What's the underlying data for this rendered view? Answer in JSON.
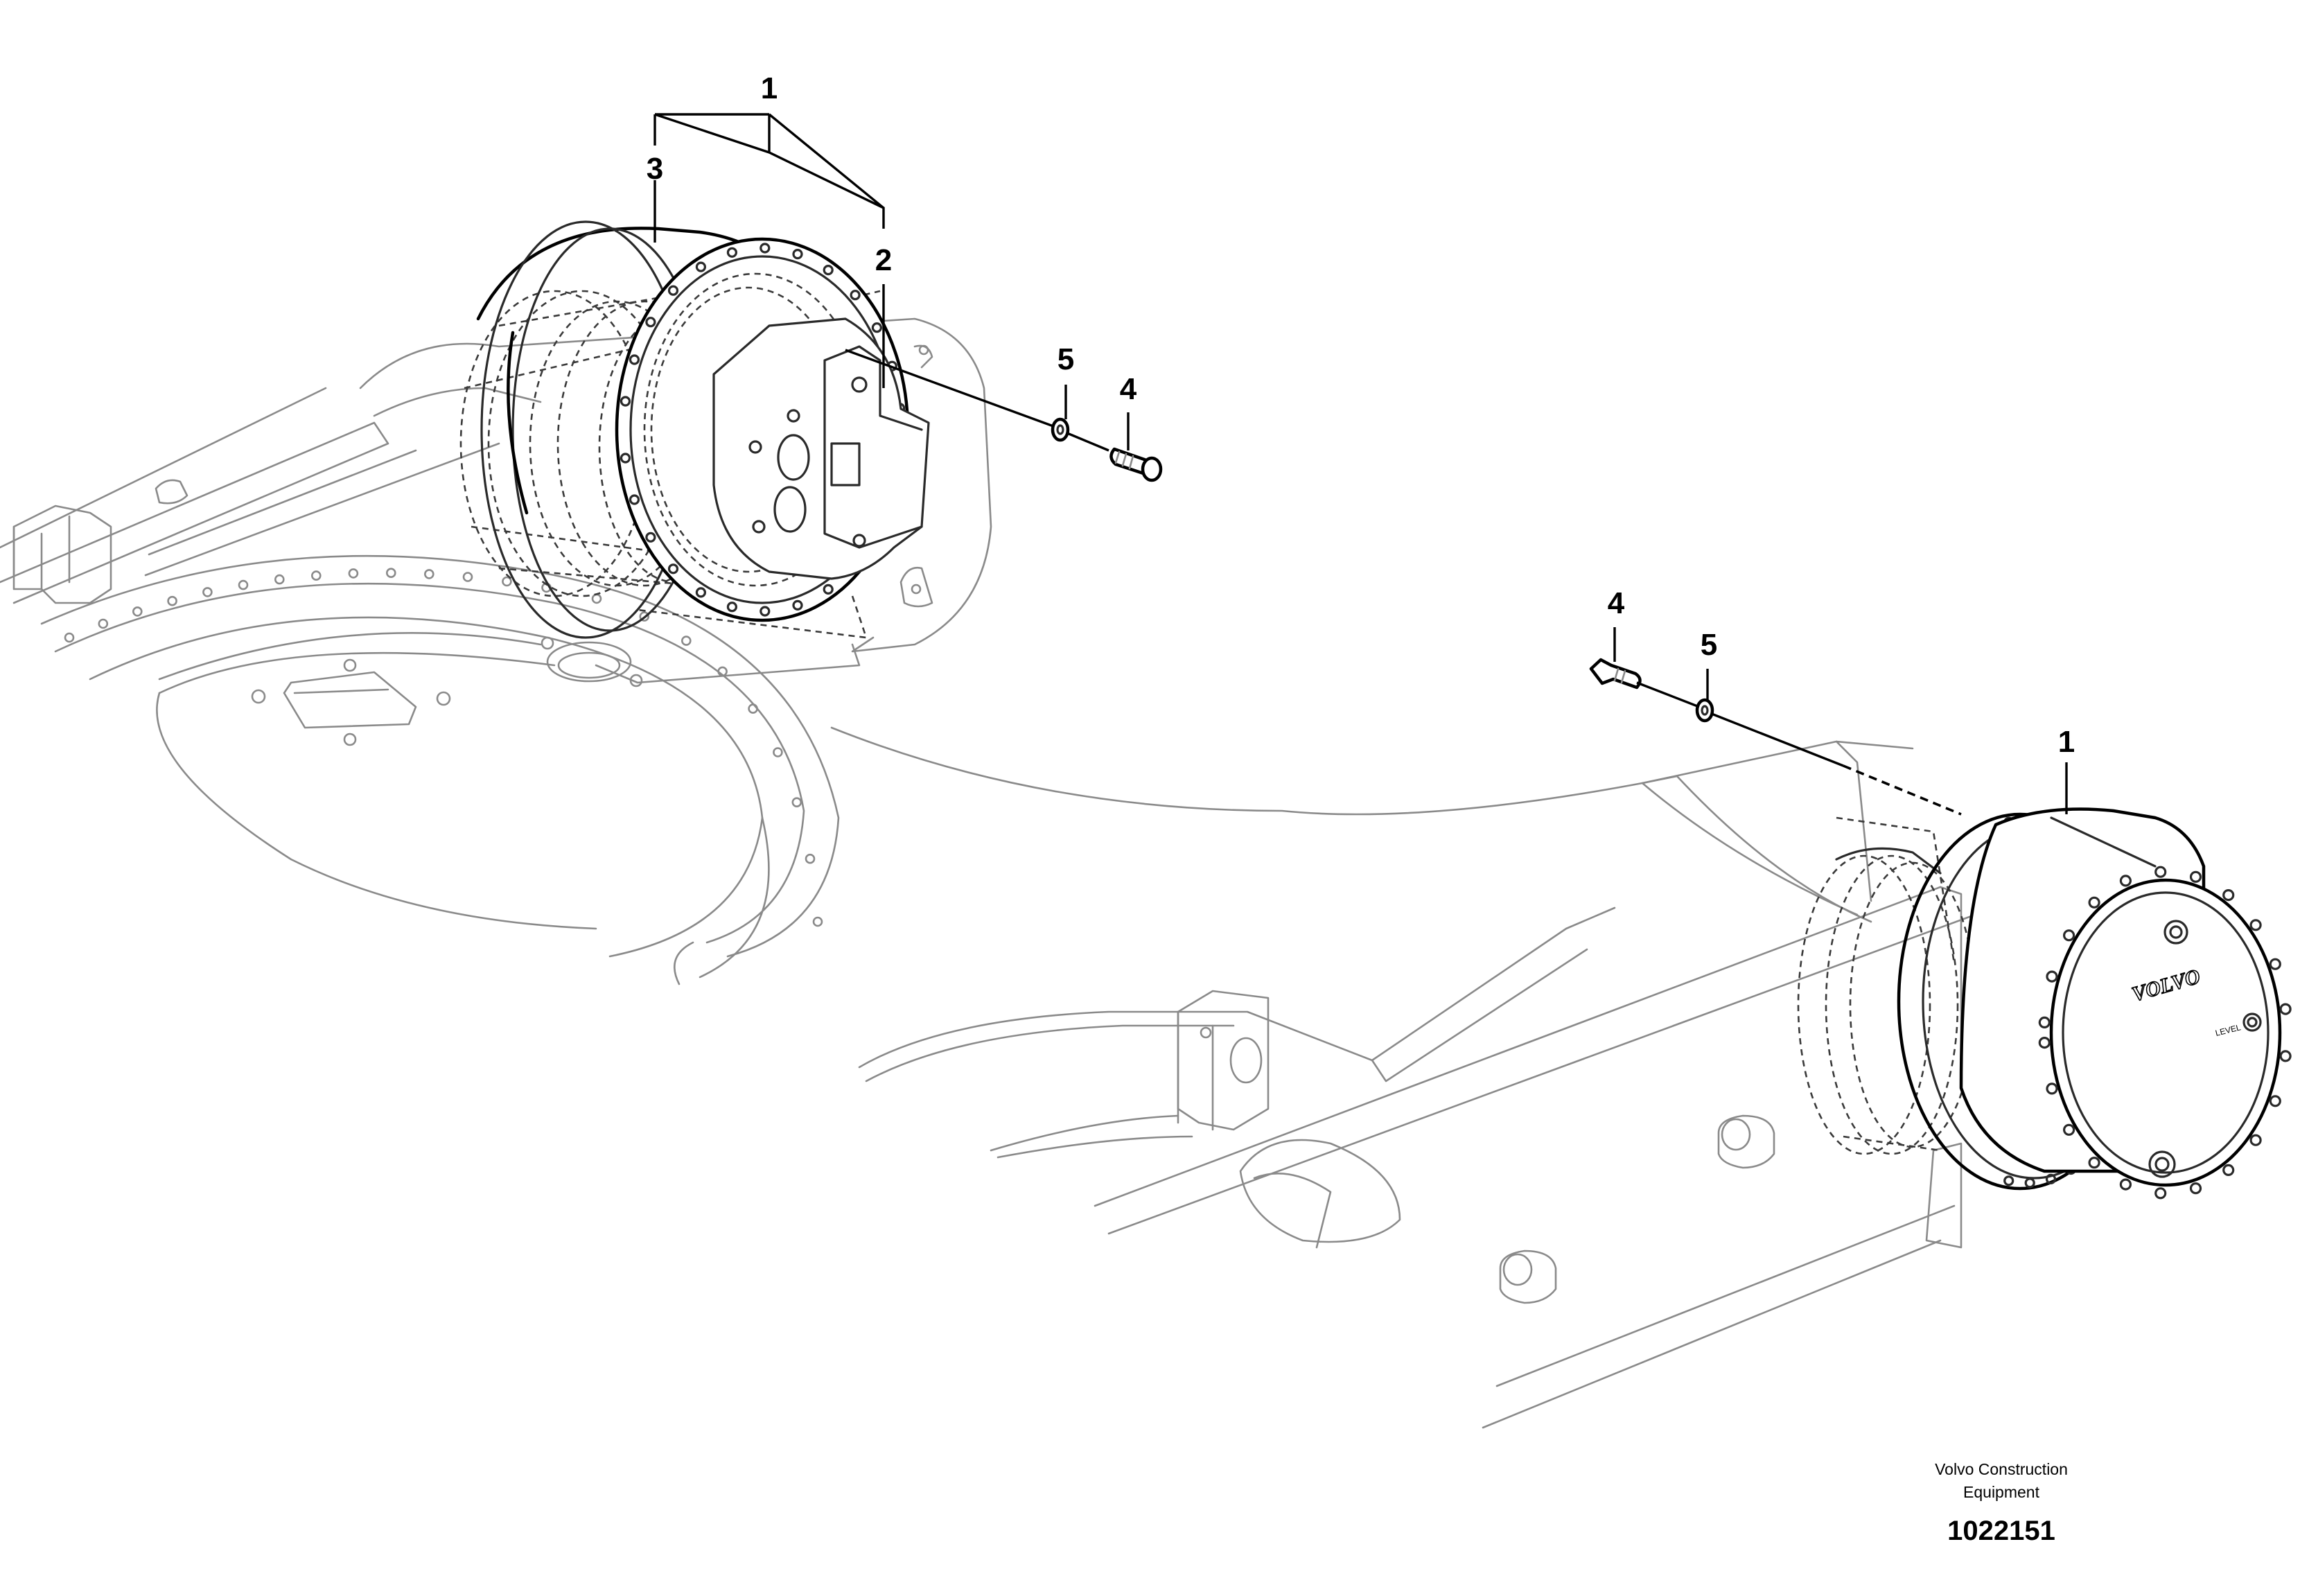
{
  "diagram": {
    "callouts": {
      "c1_top": "1",
      "c3": "3",
      "c2": "2",
      "c5_left": "5",
      "c4_left": "4",
      "c4_right": "4",
      "c5_right": "5",
      "c1_right": "1"
    },
    "motor_brand_text": "VOLVO",
    "motor_level_text": "LEVEL",
    "credit_line1": "Volvo Construction",
    "credit_line2": "Equipment",
    "document_number": "1022151"
  }
}
